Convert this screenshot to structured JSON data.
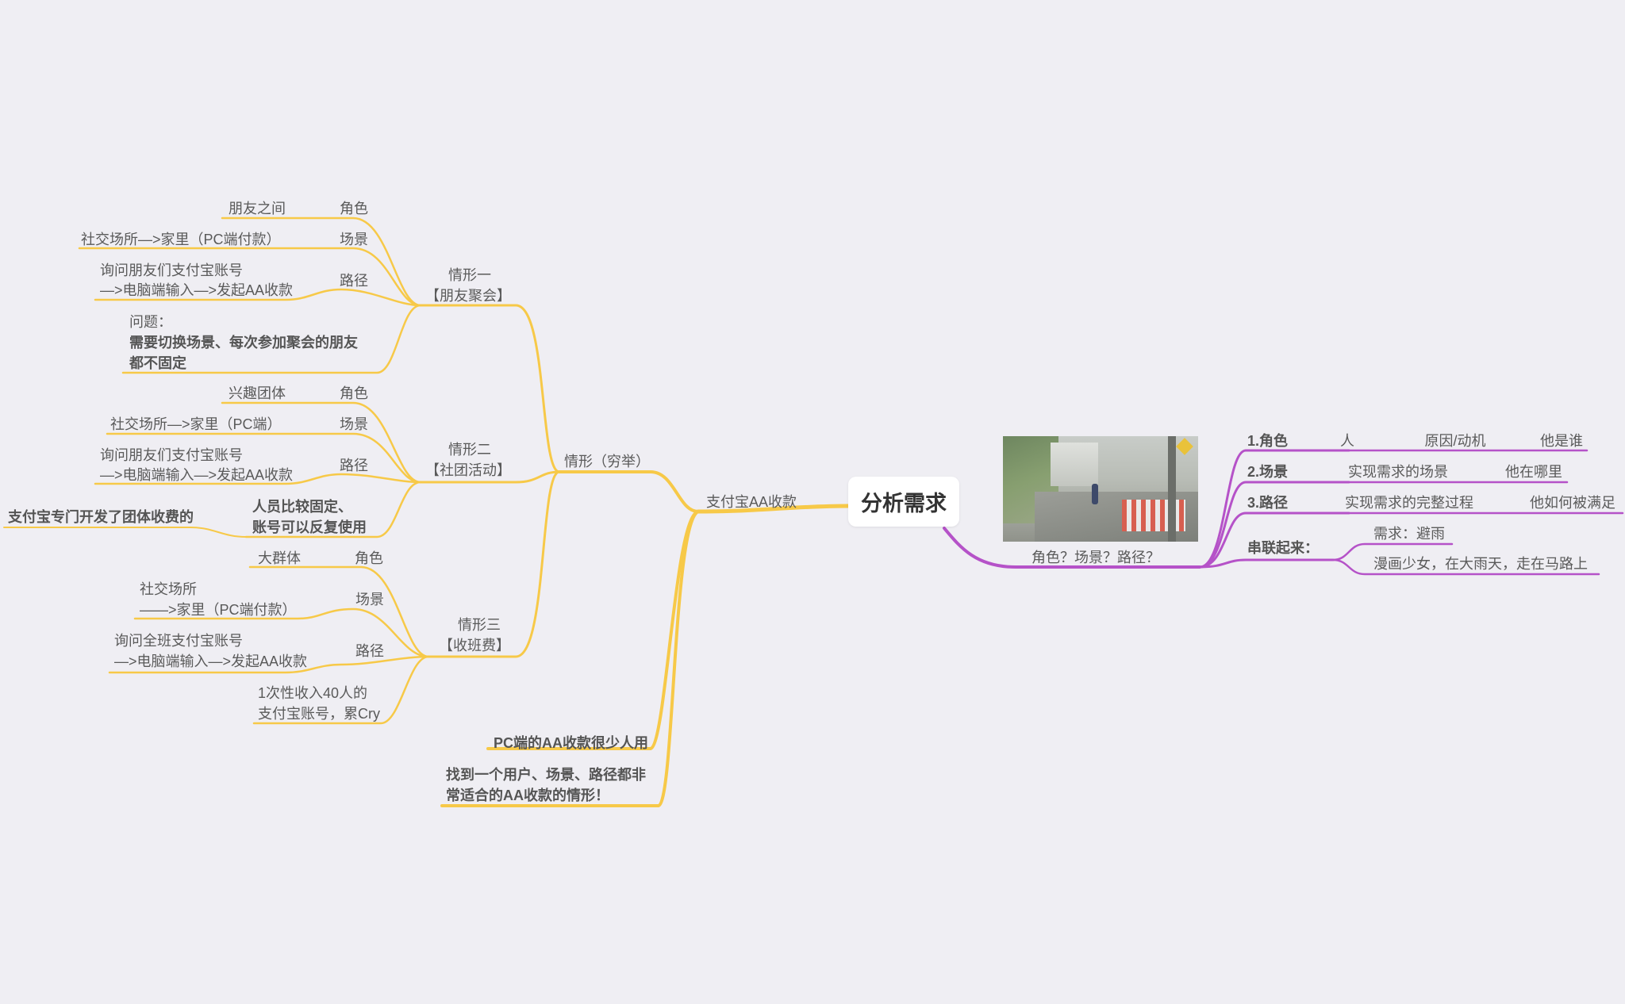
{
  "root": {
    "label": "分析需求"
  },
  "left": {
    "main": "支付宝AA收款",
    "enum": "情形（穷举）",
    "case1": {
      "title_l1": "情形一",
      "title_l2": "【朋友聚会】",
      "role_k": "角色",
      "role_v": "朋友之间",
      "scene_k": "场景",
      "scene_v": "社交场所—>家里（PC端付款）",
      "path_k": "路径",
      "path_v1": "询问朋友们支付宝账号",
      "path_v2": "—>电脑端输入—>发起AA收款",
      "issue_l1": "问题：",
      "issue_l2": "需要切换场景、每次参加聚会的朋友",
      "issue_l3": "都不固定"
    },
    "case2": {
      "title_l1": "情形二",
      "title_l2": "【社团活动】",
      "role_k": "角色",
      "role_v": "兴趣团体",
      "scene_k": "场景",
      "scene_v": "社交场所—>家里（PC端）",
      "path_k": "路径",
      "path_v1": "询问朋友们支付宝账号",
      "path_v2": "—>电脑端输入—>发起AA收款",
      "note_l1": "人员比较固定、",
      "note_l2": "账号可以反复使用",
      "note_sub": "支付宝专门开发了团体收费的"
    },
    "case3": {
      "title_l1": "情形三",
      "title_l2": "【收班费】",
      "role_k": "角色",
      "role_v": "大群体",
      "scene_k": "场景",
      "scene_v1": "社交场所",
      "scene_v2": "——>家里（PC端付款）",
      "path_k": "路径",
      "path_v1": "询问全班支付宝账号",
      "path_v2": "—>电脑端输入—>发起AA收款",
      "note_l1": "1次性收入40人的",
      "note_l2": "支付宝账号，累Cry"
    },
    "pc_note": "PC端的AA收款很少人用",
    "find_l1": "找到一个用户、场景、路径都非",
    "find_l2": "常适合的AA收款的情形！"
  },
  "right": {
    "image_caption": "角色？场景？路径？",
    "role": {
      "label": "1.角色",
      "a": "人",
      "b": "原因/动机",
      "c": "他是谁"
    },
    "scene": {
      "label": "2.场景",
      "a": "实现需求的场景",
      "b": "他在哪里"
    },
    "path": {
      "label": "3.路径",
      "a": "实现需求的完整过程",
      "b": "他如何被满足"
    },
    "chain": {
      "label": "串联起来：",
      "a": "需求：避雨",
      "b": "漫画少女，在大雨天，走在马路上"
    }
  },
  "colors": {
    "left_branch": "#f7c948",
    "right_branch": "#b552c8",
    "background": "#efeef3"
  }
}
